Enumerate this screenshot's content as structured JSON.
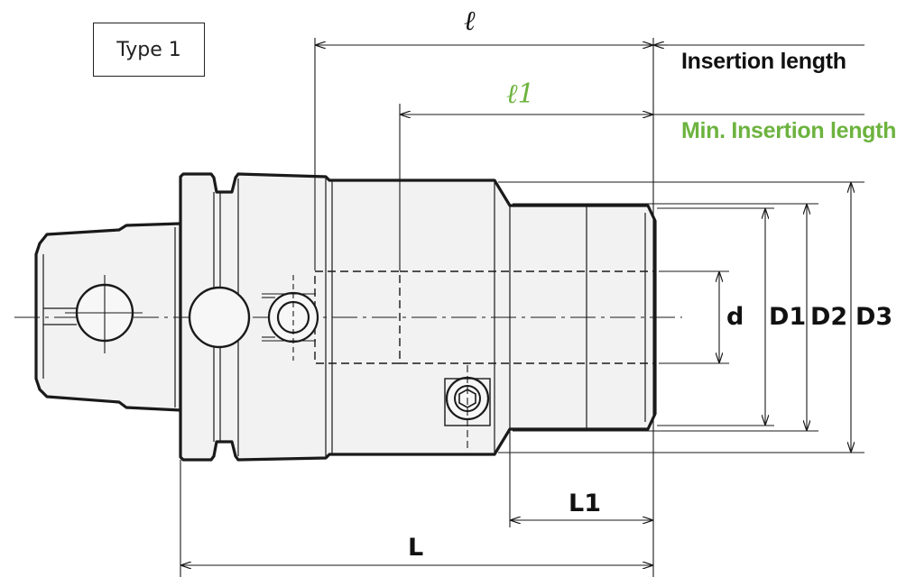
{
  "type_label": "Type 1",
  "labels": {
    "ell": "ℓ",
    "ell1": "ℓ1",
    "insertion_length": "Insertion length",
    "min_insertion_length": "Min. Insertion length",
    "d": "d",
    "D1": "D1",
    "D2": "D2",
    "D3": "D3",
    "L1": "L1",
    "L": "L"
  },
  "colors": {
    "line": "#1a1a1a",
    "body_fill": "#f2f2f2",
    "accent_green": "#6db33f"
  }
}
